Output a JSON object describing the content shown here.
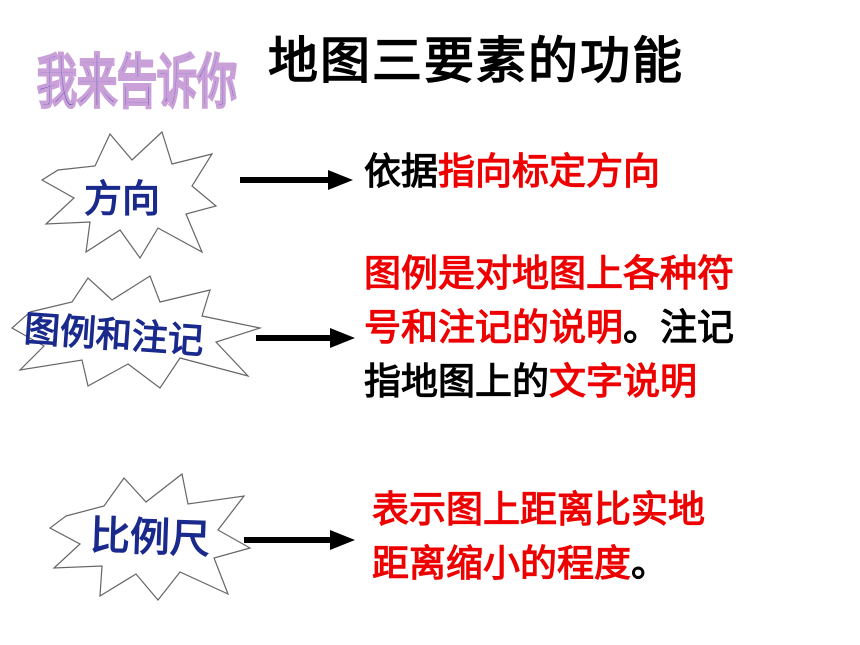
{
  "wordart": {
    "text": "我来告诉你",
    "fill": "#2a2fa6"
  },
  "title": "地图三要素的功能",
  "colors": {
    "burst_text": "#1a2a8c",
    "highlight": "#ee0000",
    "text": "#000000"
  },
  "elements": [
    {
      "label": "方向",
      "description": [
        [
          {
            "text": "依据",
            "style": "black"
          },
          {
            "text": "指向标定方向",
            "style": "red"
          }
        ]
      ]
    },
    {
      "label": "图例和注记",
      "description": [
        [
          {
            "text": "图例是对地图上各种符",
            "style": "red"
          }
        ],
        [
          {
            "text": "号和注记的说明",
            "style": "red"
          },
          {
            "text": "。注记",
            "style": "black"
          }
        ],
        [
          {
            "text": "指地图上的",
            "style": "black"
          },
          {
            "text": "文字说明",
            "style": "red"
          }
        ]
      ]
    },
    {
      "label": "比例尺",
      "description": [
        [
          {
            "text": "表示图上距离比实地",
            "style": "red"
          }
        ],
        [
          {
            "text": "距离缩小的程度",
            "style": "red"
          },
          {
            "text": "。",
            "style": "black"
          }
        ]
      ]
    }
  ]
}
